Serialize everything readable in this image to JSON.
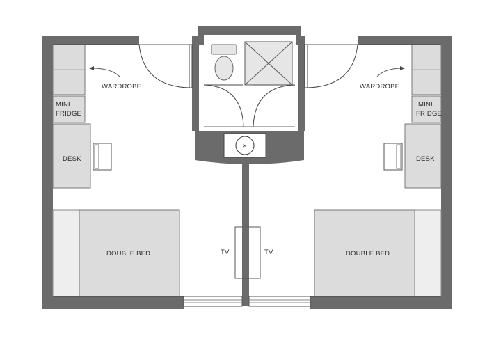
{
  "labels": {
    "left_wardrobe": "WARDROBE",
    "right_wardrobe": "WARDROBE",
    "left_fridge_line1": "MINI",
    "left_fridge_line2": "FRIDGE",
    "right_fridge_line1": "MINI",
    "right_fridge_line2": "FRIDGE",
    "left_desk": "DESK",
    "right_desk": "DESK",
    "left_bed": "DOUBLE BED",
    "right_bed": "DOUBLE BED",
    "left_tv": "TV",
    "right_tv": "TV",
    "sink_symbol": "×"
  },
  "colors": {
    "wall": "#6b6b6b",
    "furniture": "#dcdcdc",
    "background": "#ffffff"
  }
}
